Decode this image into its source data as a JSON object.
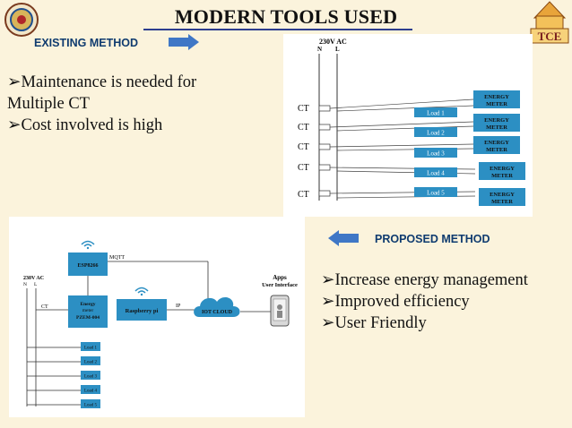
{
  "title": "MODERN TOOLS USED",
  "existing": {
    "label": "EXISTING METHOD",
    "bullets": [
      "Maintenance is needed for",
      "Multiple CT",
      "Cost involved is high"
    ]
  },
  "proposed": {
    "label": "PROPOSED METHOD",
    "bullets": [
      "Increase energy management",
      "Improved efficiency",
      "User Friendly"
    ]
  },
  "existing_diagram": {
    "supply": "230V AC",
    "phase_n": "N",
    "phase_l": "L",
    "ct_label": "CT",
    "loads": [
      "Load 1",
      "Load 2",
      "Load 3",
      "Load 4",
      "Load 5"
    ],
    "meter_line1": "ENERGY",
    "meter_line2": "METER"
  },
  "proposed_diagram": {
    "supply": "230V AC",
    "phase_n": "N",
    "phase_l": "L",
    "ct_label": "CT",
    "esp": "ESP8266",
    "mqtt": "MQTT",
    "meter_line1": "Energy",
    "meter_line2": "meter",
    "meter_line3": "PZEM-004",
    "rpi": "Raspberry pi",
    "ip": "IP",
    "cloud": "IOT CLOUD",
    "apps1": "Apps",
    "apps2": "User Interface",
    "loads": [
      "Load 1",
      "Load 2",
      "Load 3",
      "Load 4",
      "Load 5"
    ]
  },
  "colors": {
    "arrow": "#3f77c6",
    "box": "#2c8fc3",
    "title_line": "#2d3e8f",
    "label": "#0f3b6f"
  }
}
